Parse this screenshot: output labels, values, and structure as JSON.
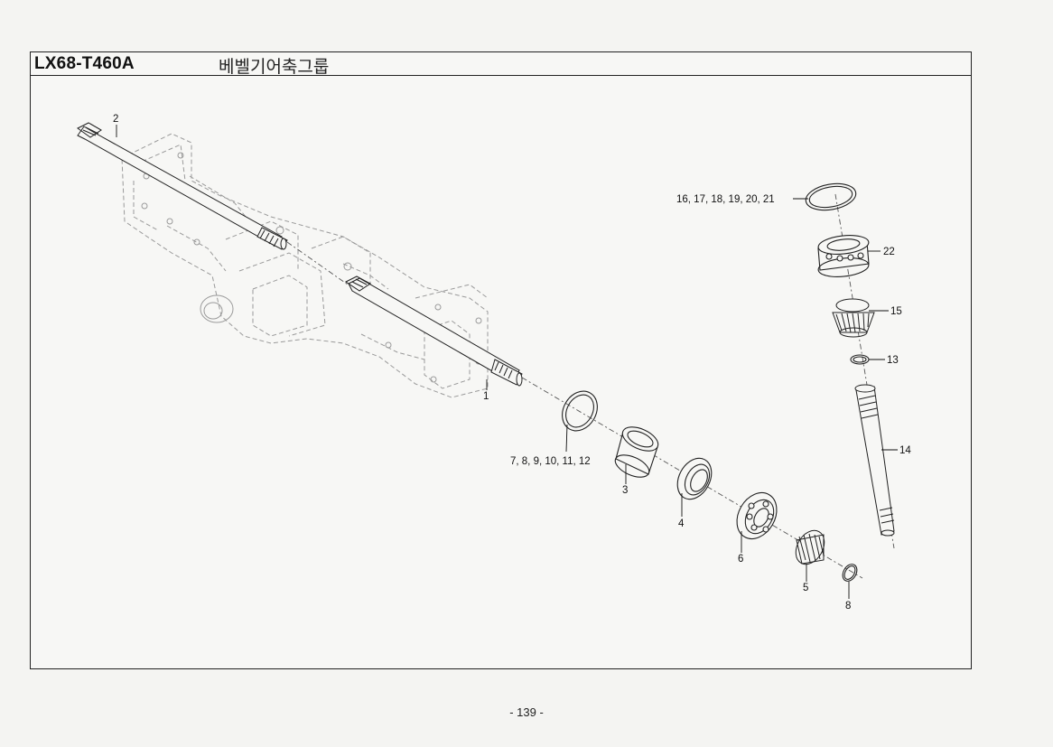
{
  "header": {
    "model": "LX68-T460A",
    "group_title": "베벨기어축그룹"
  },
  "callouts": {
    "c1": "1",
    "c2": "2",
    "c3": "3",
    "c4": "4",
    "c5": "5",
    "c6": "6",
    "c8": "8",
    "c7_12": "7, 8, 9, 10, 11, 12",
    "c13": "13",
    "c14": "14",
    "c15": "15",
    "c16_21": "16, 17, 18, 19, 20, 21",
    "c22": "22"
  },
  "footer": {
    "page_number": "- 139 -"
  }
}
